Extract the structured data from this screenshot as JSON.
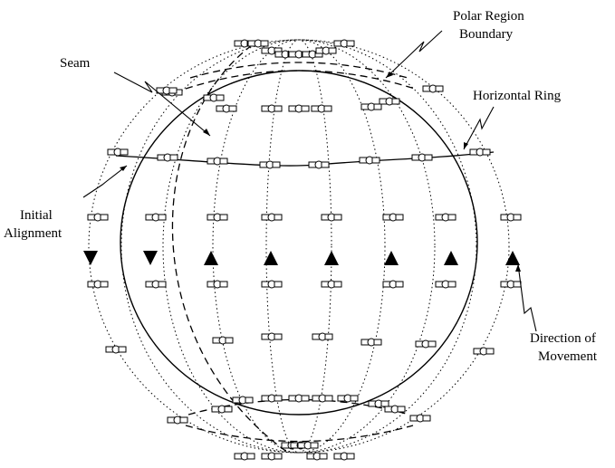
{
  "labels": {
    "polar_region_boundary": [
      "Polar Region",
      "Boundary"
    ],
    "seam": "Seam",
    "horizontal_ring": "Horizontal Ring",
    "initial_alignment": [
      "Initial",
      "Alignment"
    ],
    "direction_of_movement": [
      "Direction of",
      "Movement"
    ]
  },
  "planes": [
    {
      "direction": "down"
    },
    {
      "direction": "down"
    },
    {
      "direction": "up"
    },
    {
      "direction": "up"
    },
    {
      "direction": "up"
    },
    {
      "direction": "up"
    },
    {
      "direction": "up"
    },
    {
      "direction": "up"
    }
  ],
  "colors": {
    "ink": "#000000",
    "background": "#ffffff"
  }
}
